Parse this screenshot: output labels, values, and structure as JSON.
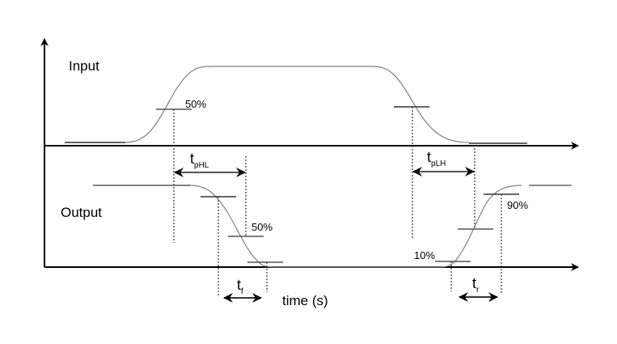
{
  "title": "Propagation delay and rise/fall time timing diagram",
  "signals": {
    "input_label": "Input",
    "output_label": "Output"
  },
  "axis": {
    "x_label": "time (s)"
  },
  "levels": {
    "input_50": "50%",
    "output_50": "50%",
    "output_10": "10%",
    "output_90": "90%"
  },
  "intervals": {
    "tphl": {
      "main": "t",
      "sub": "pHL"
    },
    "tplh": {
      "main": "t",
      "sub": "pLH"
    },
    "tf": {
      "main": "t",
      "sub": "f"
    },
    "tr": {
      "main": "t",
      "sub": "r"
    }
  },
  "colors": {
    "axis": "#000000",
    "waveform": "#808080",
    "threshold": "#555555",
    "dotted": "#333333"
  }
}
